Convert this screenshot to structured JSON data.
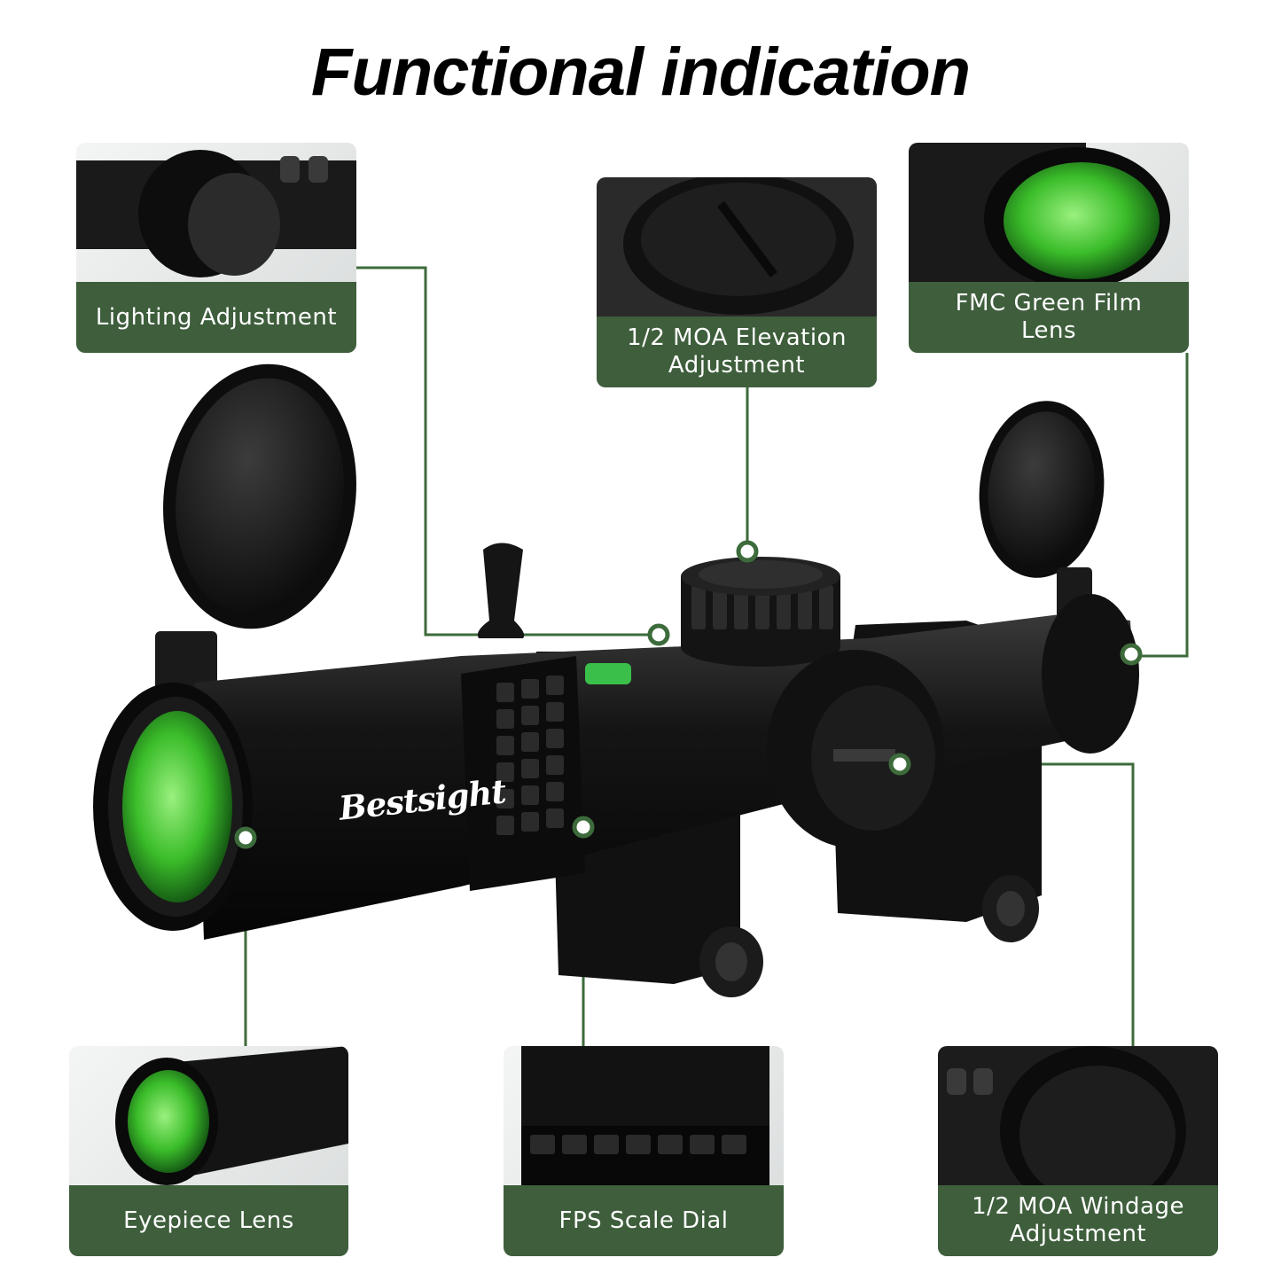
{
  "title": "Functional indication",
  "brand": "Bestsight",
  "colors": {
    "accent": "#3e5e3c",
    "line": "#3d6b3b",
    "lens": "#4cc93a"
  },
  "callouts": {
    "lighting": "Lighting Adjustment",
    "elevation": "1/2 MOA Elevation\nAdjustment",
    "fmc": "FMC Green Film\nLens",
    "eyepiece": "Eyepiece Lens",
    "fps": "FPS Scale Dial",
    "windage": "1/2 MOA Windage\nAdjustment"
  }
}
